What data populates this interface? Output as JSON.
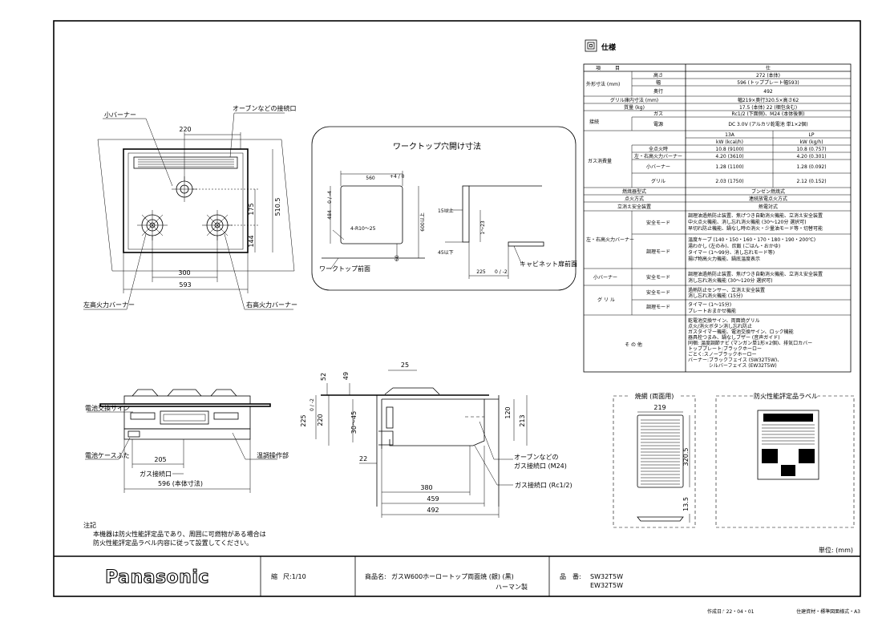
{
  "spec": {
    "title": "仕様",
    "head_item": "項　　　目",
    "head_spec": "仕",
    "rows": {
      "outer_size": "外形寸法 (mm)",
      "height": "高さ",
      "height_v": "272 (本体)",
      "width": "幅",
      "width_v": "596 (トッププレート幅593)",
      "depth": "奥行",
      "depth_v": "492",
      "grill_dim": "グリル庫内寸法 (mm)",
      "grill_dim_v": "幅219×奥行320.5×高さ62",
      "mass": "質量 (kg)",
      "mass_v": "17.5 (本体) 22 (梱包含む)",
      "connect": "接続",
      "gas": "ガス",
      "gas_v": "Rc1/2 (下面側)、M24 (本体後側)",
      "power": "電源",
      "power_v": "DC 3.0V (アルカリ乾電池 単1×2個)",
      "gas_consumption": "ガス消費量",
      "col_13a": "13A",
      "col_lp": "LP",
      "unit_13a": "kW (kcal/h)",
      "unit_lp": "kW (kg/h)",
      "total": "全点火時",
      "total_13a": "10.8 (9100)",
      "total_lp": "10.8 (0.757)",
      "lr_burner": "左・右高火力バーナー",
      "lr_13a": "4.20 (3610)",
      "lr_lp": "4.20 (0.301)",
      "small_burner": "小バーナー",
      "small_13a": "1.28 (1100)",
      "small_lp": "1.28 (0.092)",
      "grill": "グリル",
      "grill_13a": "2.03 (1750)",
      "grill_lp": "2.12 (0.152)",
      "burner_type": "燃焼器型式",
      "burner_type_v": "ブンゼン燃焼式",
      "ignition": "点火方式",
      "ignition_v": "連続放電点火方式",
      "safety_device": "立消え安全装置",
      "safety_device_v": "熱電対式",
      "lr_sec": "左・右高火力バーナー",
      "safety_mode": "安全モード",
      "lr_safety": [
        "調理油過熱防止装置、焦げつき自動消火機能、立消え安全装置",
        "中火点火機能、消し忘れ消火機能 (30～120分 選択可)",
        "早切れ防止機能、鍋なし時の消火・少量油モード等・切替可能"
      ],
      "convenience_mode": "調理モード",
      "lr_conv": [
        "温度キープ (140・150・160・170・180・190・200℃)",
        "湯わかし (左のみ)、炊飯 (ごはん・おかゆ)",
        "タイマー (1～99分、消し忘れモード等)",
        "揚げ物高火力機能、鍋底温度表示"
      ],
      "small_sec": "小バーナー",
      "small_safety": [
        "調理油過熱防止装置、焦げつき自動消火機能、立消え安全装置",
        "消し忘れ消火機能 (30～120分 選択可)"
      ],
      "grill_sec": "グ リ ル",
      "grill_safety": [
        "過熱防止センサー、立消え安全装置",
        "消し忘れ消火機能 (15分)"
      ],
      "grill_conv": [
        "タイマー (1～15分)",
        "プレートおまかせ機能"
      ],
      "other": "そ の 他",
      "other_v": [
        "乾電池交換サイン、両面焼グリル",
        "点火/消火ボタン消し忘れ防止",
        "ガスタイマー機能、電池交換サイン、ロック機能",
        "器具栓つまみ、鍋なしブザー (音声ガイド)",
        "同梱: 温度調節ナビ (マンガン単1形×2個)、排気口カバー",
        "トッププレート:ブラックホーロー",
        "ごとく:スノーブラックホーロー",
        "バーナー:ブラックフェイス (SW32T5W)、",
        "　　　　 シルバーフェイス (EW32T5W)"
      ]
    }
  },
  "top_view": {
    "small_burner": "小バーナー",
    "oven_port": "オーブンなどの接続口",
    "d220": "220",
    "d510_5": "510.5",
    "d175": "175",
    "d144": "144",
    "d300": "300",
    "d593": "593",
    "left_burner": "左高火力バーナー",
    "right_burner": "右高火力バーナー"
  },
  "cutout": {
    "title": "ワークトップ穴開け寸法",
    "d560": "560",
    "d560_tol": "+4 / 0",
    "d484": "484",
    "d484_tol": "0 / -4",
    "radius": "4-R10～25",
    "d600": "600以上",
    "d60": "60",
    "front": "ワークトップ前面",
    "d15": "15以上",
    "d45": "45以下",
    "d23": "1～23",
    "d225": "225",
    "d225_tol": "0 / -2",
    "cabinet": "キャビネット扉前面"
  },
  "front_view": {
    "battery_sign": "電池交換サイン",
    "battery_cover": "電池ケースふた",
    "temp_panel": "温調操作部",
    "d205": "205",
    "gas_port": "ガス接続口",
    "d596": "596 (本体寸法)"
  },
  "side_view": {
    "d52": "52",
    "d49": "49",
    "d25": "25",
    "d225": "225",
    "d225_tol": "0 / -2",
    "d220": "220",
    "d30_45": "30～45",
    "d22": "22",
    "d120": "120",
    "d213": "213",
    "oven_port": "オーブンなどの",
    "oven_port2": "ガス接続口 (M24)",
    "gas_port": "ガス接続口 (Rc1/2)",
    "d380": "380",
    "d459": "459",
    "d492": "492"
  },
  "grill_net": {
    "title": "焼網 (両面用)",
    "d219": "219",
    "d320_5": "320.5",
    "d13_5": "13.5"
  },
  "label": {
    "title": "防火性能評定品ラベル"
  },
  "notes": {
    "head": "注記",
    "line1": "本機器は防火性能評定品であり、周囲に可燃物がある場合は",
    "line2": "防火性能評定品ラベル内容に従って設置してください。"
  },
  "unit": "単位: (mm)",
  "title_block": {
    "brand": "Panasonic",
    "scale": "尺:1/10",
    "scale_label": "縮",
    "product_label": "商品名:",
    "product": "ガスW600ホーロートップ両面焼 (銀) (黒)",
    "maker": "ハーマン製",
    "model_label": "品　番:",
    "model1": "SW32T5W",
    "model2": "EW32T5W"
  },
  "footer": {
    "date": "作成日:' 22・04・01",
    "form": "住建資材・標準図面様式・A3"
  }
}
